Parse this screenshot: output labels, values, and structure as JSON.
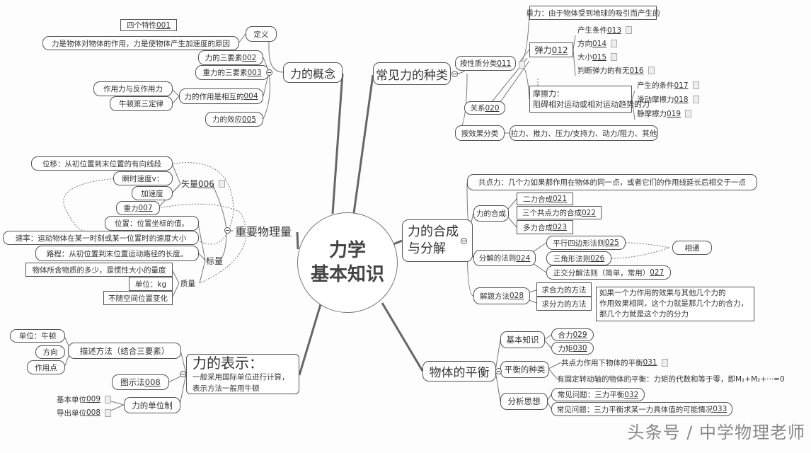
{
  "center": {
    "line1": "力学",
    "line2": "基本知识"
  },
  "concept": {
    "title": "力的概念",
    "definition": "定义",
    "definition_text": "力是物体对物体的作用，力是使物体产生加速度的原因",
    "traits": {
      "label": "四个特性",
      "code": "001"
    },
    "three_elements": {
      "label": "力的三要素",
      "code": "002"
    },
    "gravity_elements": {
      "label": "重力的三要素",
      "code": "003"
    },
    "mutual": {
      "label": "力的作用是相互的",
      "code": "004"
    },
    "action_reaction": "作用力与反作用力",
    "newton3": "牛顿第三定律",
    "effect": {
      "label": "力的效应",
      "code": "005"
    }
  },
  "kinds": {
    "title": "常见力的种类",
    "by_nature": {
      "label": "按性质分类",
      "code": "011"
    },
    "gravity": "重力：由于物体受到地球的吸引而产生的",
    "elastic": {
      "label": "弹力",
      "code": "012"
    },
    "elastic_items": [
      {
        "label": "产生条件",
        "code": "013"
      },
      {
        "label": "方向",
        "code": "014"
      },
      {
        "label": "大小",
        "code": "015"
      },
      {
        "label": "判断弹力的有无",
        "code": "016"
      }
    ],
    "friction_title": "摩擦力：",
    "friction_def": "阻碍相对运动或相对运动趋势的力",
    "friction_items": [
      {
        "label": "产生的条件",
        "code": "017"
      },
      {
        "label": "滑动摩擦力",
        "code": "018"
      },
      {
        "label": "静摩擦力",
        "code": "019"
      }
    ],
    "relation": {
      "label": "关系",
      "code": "020"
    },
    "by_effect": "按效果分类",
    "effect_list": "拉力、推力、压力/支持力、动力/阻力、其他"
  },
  "quantities": {
    "title": "重要物理量",
    "vector": {
      "label": "矢量",
      "code": "006"
    },
    "displacement": "位移：从初位置到末位置的有向线段",
    "velocity": "瞬时速度v：",
    "acceleration": "加速度",
    "gravity": {
      "label": "重力",
      "code": "007"
    },
    "scalar": "标量",
    "position": "位置：位置坐标的值。",
    "speed": "速率：运动物体在某一时刻或某一位置时的速度大小",
    "distance": "路程：从初位置到末位置运动路径的长度。",
    "mass": "质量",
    "mass_def": "物体所含物质的多少，是惯性大小的量度",
    "mass_unit": "单位：kg",
    "mass_invariant": "不随空间位置变化"
  },
  "composition": {
    "title1": "力的合成",
    "title2": "与分解",
    "concurrent": "共点力：几个力如果都作用在物体的同一点，或者它们的作用线延长后相交于一点",
    "synthesis": "力的合成",
    "synthesis_items": [
      {
        "label": "二力合成",
        "code": "021"
      },
      {
        "label": "三个共点力的合成",
        "code": "022"
      },
      {
        "label": "多力合成",
        "code": "023"
      }
    ],
    "rules": {
      "label": "分解的法则",
      "code": "024"
    },
    "rule_items": [
      {
        "label": "平行四边形法则",
        "code": "025"
      },
      {
        "label": "三角形法则",
        "code": "026"
      },
      {
        "label": "正交分解法则（简单，常用）",
        "code": "027"
      }
    ],
    "connected": "相通",
    "methods": {
      "label": "解题方法",
      "code": "028"
    },
    "method_items": [
      "求合力的方法",
      "求分力的方法"
    ],
    "note": [
      "如果一个力作用的效果与其他几个力的",
      "作用效果相同，这个力就是那几个力的合力，",
      "那几个力就是这个力的分力"
    ]
  },
  "representation": {
    "title": "力的表示：",
    "sub1": "一般采用国际单位进行计算，",
    "sub2": "表示方法一般用牛顿",
    "describe": "描述方法（结合三要素）",
    "describe_items": [
      "单位：牛顿",
      "方向",
      "作用点"
    ],
    "diagram": {
      "label": "图示法",
      "code": "008"
    },
    "units": "力的单位制",
    "unit_items": [
      {
        "label": "基本单位",
        "code": "009"
      },
      {
        "label": "导出单位",
        "code": "008"
      }
    ]
  },
  "equilibrium": {
    "title": "物体的平衡",
    "basics": "基本知识",
    "basic_items": [
      {
        "label": "合力",
        "code": "029"
      },
      {
        "label": "力矩",
        "code": "030"
      }
    ],
    "types": "平衡的种类",
    "type_items": [
      {
        "label": "共点力作用下物体的平衡",
        "code": "031"
      }
    ],
    "type_axis": "有固定转动轴的物体的平衡：力矩的代数和等于零，即M₁+M₂+···=0",
    "analysis": "分析思想",
    "analysis_items": [
      {
        "label": "常见问题：三力平衡",
        "code": "032"
      },
      {
        "label": "常见问题：三力平衡求某一力具体值的可能情况",
        "code": "033"
      }
    ]
  },
  "watermark": "头条号 / 中学物理老师"
}
